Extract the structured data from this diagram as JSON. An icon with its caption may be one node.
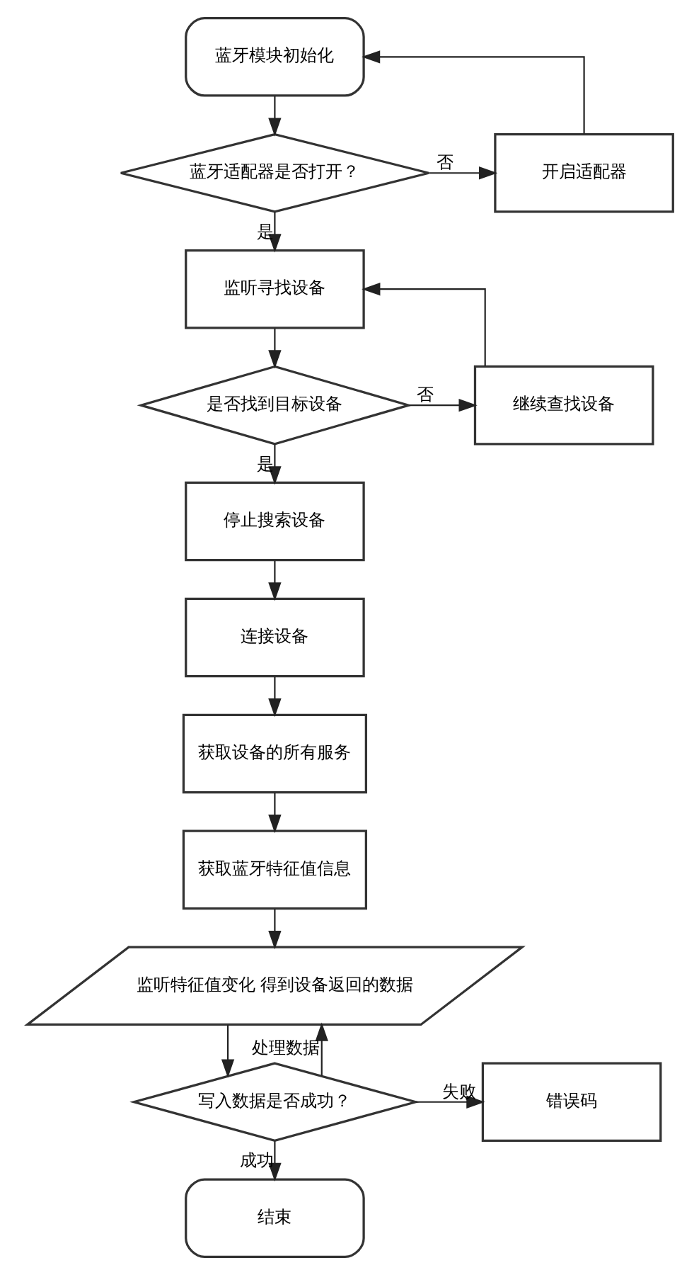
{
  "diagram": {
    "nodes": [
      {
        "text": [
          "蓝牙模块初始化"
        ]
      },
      {
        "text": [
          "蓝牙适配器是否打开？"
        ]
      },
      {
        "text": [
          "开启适配器"
        ]
      },
      {
        "text": [
          "监听寻找设备"
        ]
      },
      {
        "text": [
          "是否找到目标设备"
        ]
      },
      {
        "text": [
          "继续查找设备"
        ]
      },
      {
        "text": [
          "停止搜索设备"
        ]
      },
      {
        "text": [
          "连接设备"
        ]
      },
      {
        "text": [
          "获取设备的所有服务"
        ]
      },
      {
        "text": [
          "获取蓝牙特征值信息"
        ]
      },
      {
        "text": [
          "监听特征值变化 得到设备返回的数据"
        ]
      },
      {
        "text": [
          "写入数据是否成功？"
        ]
      },
      {
        "text": [
          "错误码"
        ]
      },
      {
        "text": [
          "结束"
        ]
      }
    ],
    "edges": [
      {
        "from": 0,
        "to": 1,
        "arrow": "to"
      },
      {
        "from": 1,
        "to": 2,
        "arrow": "to",
        "label": "否"
      },
      {
        "from": 2,
        "to": 0,
        "arrow": "to"
      },
      {
        "from": 1,
        "to": 3,
        "arrow": "to",
        "label": "是"
      },
      {
        "from": 3,
        "to": 4,
        "arrow": "to"
      },
      {
        "from": 4,
        "to": 5,
        "arrow": "to",
        "label": "否"
      },
      {
        "from": 5,
        "to": 3,
        "arrow": "to"
      },
      {
        "from": 4,
        "to": 6,
        "arrow": "to",
        "label": "是"
      },
      {
        "from": 6,
        "to": 7,
        "arrow": "to"
      },
      {
        "from": 7,
        "to": 8,
        "arrow": "to"
      },
      {
        "from": 8,
        "to": 9,
        "arrow": "to"
      },
      {
        "from": 9,
        "to": 10,
        "arrow": "to"
      },
      {
        "from": 10,
        "to": 11,
        "arrow": "to"
      },
      {
        "from": 11,
        "to": 12,
        "arrow": "to",
        "label": "失败"
      },
      {
        "from": 11,
        "to": 13,
        "arrow": "to",
        "label": "成功"
      },
      {
        "from": 11,
        "to": 10,
        "arrow": "to",
        "label": "处理数据"
      }
    ]
  }
}
